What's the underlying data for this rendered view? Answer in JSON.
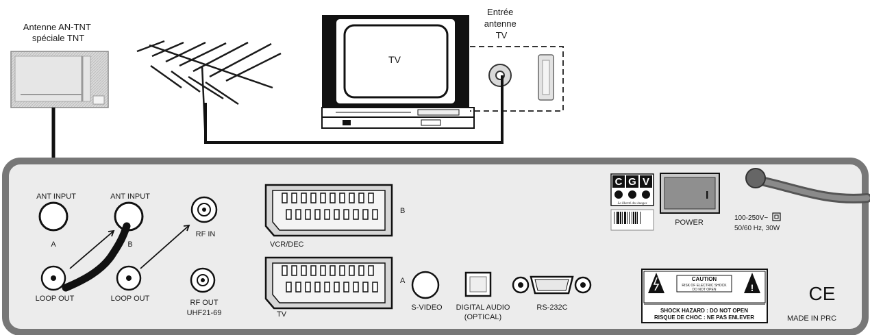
{
  "top": {
    "tnt_antenna_label": [
      "Antenne AN-TNT",
      "spéciale TNT"
    ],
    "tv_label": "TV",
    "tv_input_label": [
      "Entrée",
      "antenne",
      "TV"
    ]
  },
  "panel": {
    "ant_input_a": "ANT INPUT",
    "ant_input_b": "ANT INPUT",
    "tuner_a": "A",
    "tuner_b": "B",
    "loop_out_a": "LOOP OUT",
    "loop_out_b": "LOOP OUT",
    "rf_in": "RF IN",
    "rf_out": "RF OUT",
    "uhf": "UHF21-69",
    "scart_vcr": "VCR/DEC",
    "scart_vcr_letter": "B",
    "scart_tv": "TV",
    "scart_tv_letter": "A",
    "s_video": "S-VIDEO",
    "digital_audio": "DIGITAL  AUDIO",
    "optical": "(OPTICAL)",
    "rs232": "RS-232C",
    "power": "POWER",
    "power_switch_mark": "I",
    "power_spec_1": "100-250V~",
    "power_spec_2": "50/60 Hz, 30W",
    "brand_letters": [
      "C",
      "G",
      "V"
    ],
    "brand_tagline": "La liberté des images",
    "caution_title": "CAUTION",
    "caution_line1": "RISK OF ELECTRIC SHOCK",
    "caution_line2": "DO NOT OPEN",
    "shock_en": "SHOCK HAZARD : DO NOT OPEN",
    "shock_fr": "RISQUE DE CHOC : NE PAS ENLEVER",
    "ce_mark": "CE",
    "made_in": "MADE IN PRC"
  }
}
